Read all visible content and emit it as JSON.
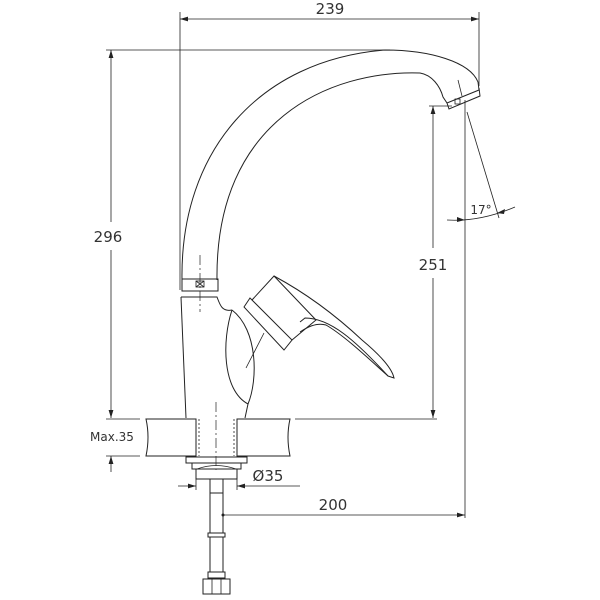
{
  "dimensions": {
    "total_reach": "239",
    "total_height": "296",
    "outlet_height": "251",
    "spout_angle": "17°",
    "max_counter_thickness": "Max.35",
    "hole_diameter": "Ø35",
    "hose_to_outlet": "200"
  },
  "colors": {
    "line": "#222222",
    "background": "#ffffff"
  }
}
